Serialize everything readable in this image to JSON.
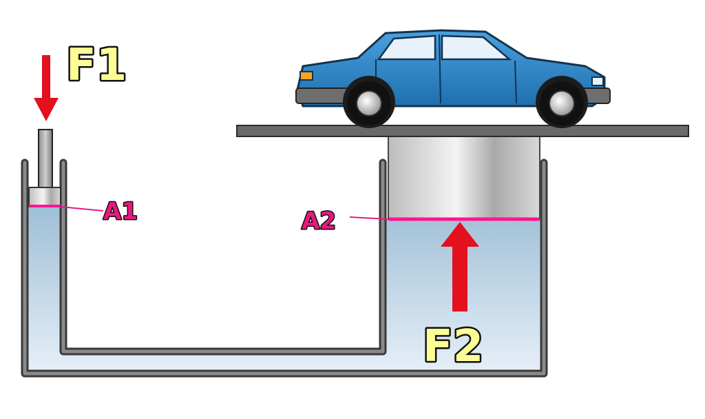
{
  "labels": {
    "f1": "F1",
    "f2": "F2",
    "a1": "A1",
    "a2": "A2"
  },
  "colors": {
    "force_label_fill": "#fdfd96",
    "area_label_fill": "#e6197e",
    "arrow": "#e3101d",
    "fluid_top": "#9fbfd6",
    "fluid_bottom": "#e4eef8",
    "vessel_wall": "#5a5a5a",
    "car_body": "#2f86c9",
    "platform": "#6a6a6a",
    "area_line": "#ff1493"
  }
}
